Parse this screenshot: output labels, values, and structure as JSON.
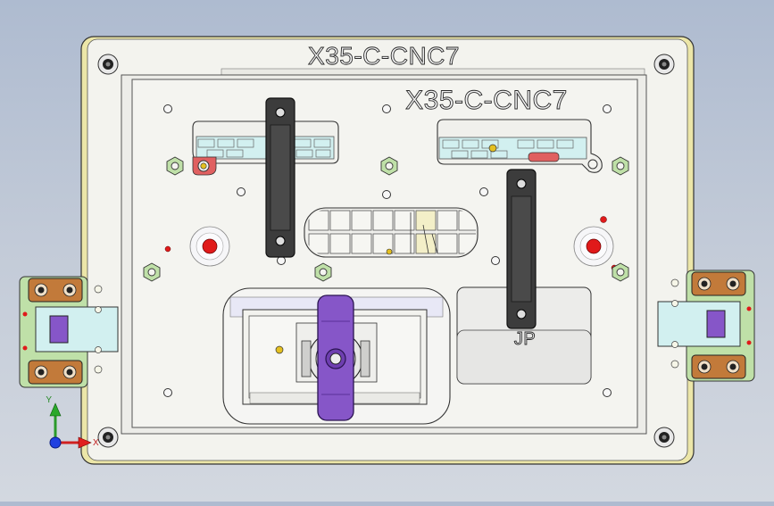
{
  "part": {
    "outer_label": "X35-C-CNC7",
    "inner_label": "X35-C-CNC7",
    "plate_marking": "JP"
  },
  "triad": {
    "y_label": "Y",
    "x_label": "X"
  },
  "colors": {
    "background_top": "#aebbd0",
    "background_bottom": "#d3d8e0",
    "base_plate": "#f3f3ee",
    "base_edge_yellow": "#ece6a8",
    "clamp_arm": "#3c3c3c",
    "knob_purple": "#8656c8",
    "pad_orange": "#c27a3a",
    "pin_red": "#e01a1a",
    "pin_green": "#bfe0a8",
    "slot_cyan": "#d2f0f0"
  }
}
